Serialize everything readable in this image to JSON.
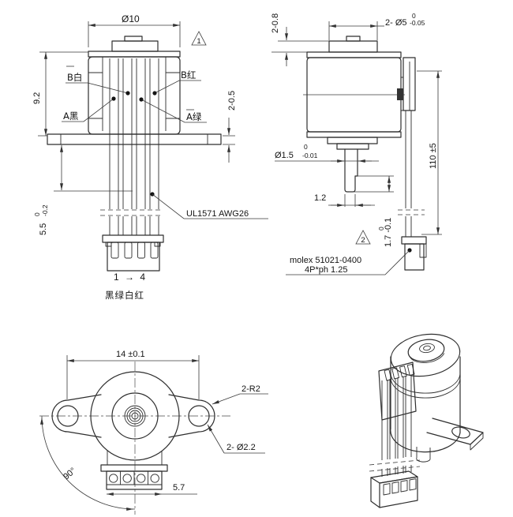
{
  "drawing": {
    "front_view": {
      "dia_top": "Ø10",
      "height": "9.2",
      "flange_thickness": "2-0.5",
      "lead_len_main": "5.5",
      "lead_len_upper": "0",
      "lead_len_lower": "-0.2",
      "flag": "1",
      "coil_labels": {
        "b_white": "B白",
        "b_red": "B红",
        "a_black": "A黑",
        "a_green": "A绿"
      },
      "wire_spec": "UL1571  AWG26",
      "pin_range": "1 → 4",
      "pin_colors": "黑绿白红"
    },
    "side_view": {
      "cap_height": "2-0.8",
      "boss_dia_main": "2- Ø5",
      "boss_dia_upper": "0",
      "boss_dia_lower": "-0.05",
      "shaft_dia_main": "Ø1.5",
      "shaft_dia_upper": "0",
      "shaft_dia_lower": "-0.01",
      "flat_width": "1.2",
      "flat_len_main": "1.7 -0.1",
      "flat_len_upper": "0",
      "flag": "2",
      "wire_length": "110 ±5",
      "connector_part_line1": "molex 51021-0400",
      "connector_part_line2": "4P*ph 1.25"
    },
    "bottom_view": {
      "mount_span": "14 ±0.1",
      "ear_radius": "2-R2",
      "hole_dia": "2- Ø2.2",
      "angle": "90°",
      "connector_width": "5.7"
    }
  }
}
